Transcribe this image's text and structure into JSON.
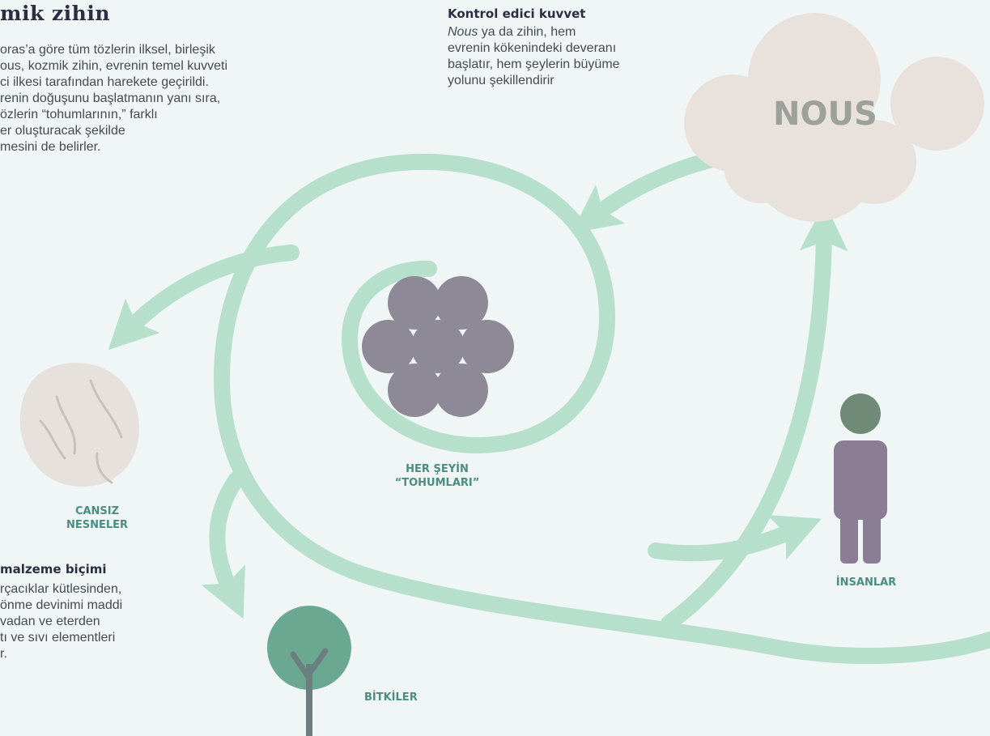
{
  "colors": {
    "background": "#eff6f5",
    "arrow": "#b7e0cc",
    "seeds": "#8e8996",
    "cloud": "#e8e1dc",
    "human_body": "#8b7d94",
    "human_head": "#6f8b77",
    "tree": "#6ba891",
    "rock": "#e6e1dc",
    "label_text": "#4a8d83",
    "heading_text": "#2e2c44"
  },
  "cosmic_mind": {
    "title": "mik zihin",
    "body": "oras’a göre tüm tözlerin ilksel, birleşik\nous, kozmik zihin, evrenin temel kuvveti\nci ilkesi tarafından harekete geçirildi.\nrenin doğuşunu başlatmanın yanı sıra,\nözlerin “tohumlarının,” farklı\ner oluşturacak şekilde\nmesini de belirler."
  },
  "controlling_force": {
    "heading": "Kontrol edici kuvvet",
    "italic_word": "Nous",
    "body_rest": " ya da zihin, hem\nevrenin kökenindeki deveranı\nbaşlatır, hem şeylerin büyüme\nyolunu şekillendirir"
  },
  "nous_cloud": {
    "label": "NOUS"
  },
  "seeds": {
    "label": "HER ŞEYİN\n“TOHUMLARI”"
  },
  "lifeless": {
    "label": "CANSIZ\nNESNELER"
  },
  "material_form": {
    "heading": "malzeme biçimi",
    "body": "rçacıklar kütlesinden,\nönme devinimi maddi\nvadan ve eterden\ntı ve sıvı elementleri\nr."
  },
  "humans": {
    "label": "İNSANLAR"
  },
  "plants": {
    "label": "BİTKİLER"
  }
}
